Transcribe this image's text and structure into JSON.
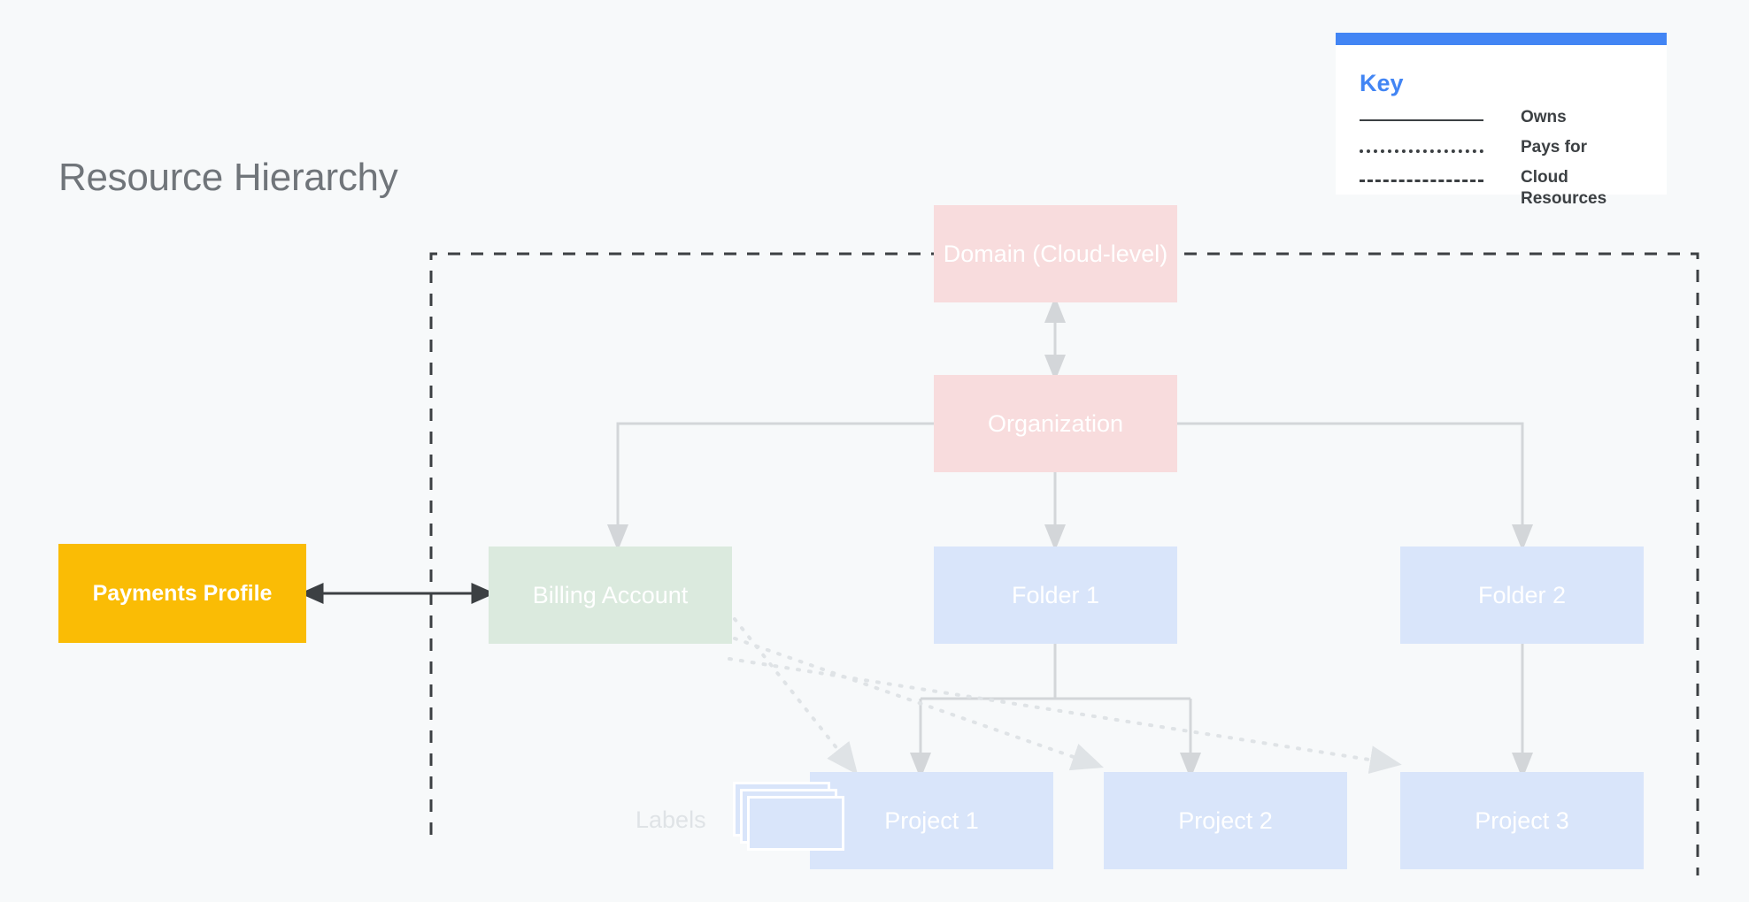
{
  "page": {
    "title": "Resource Hierarchy",
    "background_color": "#f7f9fa"
  },
  "colors": {
    "accent_blue": "#4285f4",
    "domain_pink": "#f8dcdd",
    "folder_blue": "#d9e5fa",
    "billing_green": "#dbeade",
    "payments_amber": "#fabc05",
    "title_gray": "#70757a",
    "connector_gray": "#d3d6d9",
    "boundary_dash": "#3c4043",
    "node_text": "#ffffff"
  },
  "key": {
    "title": "Key",
    "rows": [
      {
        "style": "solid",
        "label": "Owns"
      },
      {
        "style": "dotted",
        "label": "Pays for"
      },
      {
        "style": "dashed",
        "label": "Cloud Resources"
      }
    ]
  },
  "diagram": {
    "boundary_label": "Cloud Resources",
    "labels_caption": "Labels",
    "nodes": {
      "domain": "Domain (Cloud-level)",
      "organization": "Organization",
      "billing_account": "Billing Account",
      "folder1": "Folder 1",
      "folder2": "Folder 2",
      "project1": "Project 1",
      "project2": "Project 2",
      "project3": "Project 3",
      "payments_profile": "Payments Profile"
    }
  },
  "chart_data": {
    "type": "diagram",
    "title": "Resource Hierarchy",
    "nodes": [
      {
        "id": "domain",
        "label": "Domain (Cloud-level)",
        "color": "#f8dcdd",
        "level": 0
      },
      {
        "id": "organization",
        "label": "Organization",
        "color": "#f8dcdd",
        "level": 1
      },
      {
        "id": "billing_account",
        "label": "Billing Account",
        "color": "#dbeade",
        "level": 2
      },
      {
        "id": "folder1",
        "label": "Folder 1",
        "color": "#d9e5fa",
        "level": 2
      },
      {
        "id": "folder2",
        "label": "Folder 2",
        "color": "#d9e5fa",
        "level": 2
      },
      {
        "id": "project1",
        "label": "Project 1",
        "color": "#d9e5fa",
        "level": 3
      },
      {
        "id": "project2",
        "label": "Project 2",
        "color": "#d9e5fa",
        "level": 3
      },
      {
        "id": "project3",
        "label": "Project 3",
        "color": "#d9e5fa",
        "level": 3
      },
      {
        "id": "payments_profile",
        "label": "Payments Profile",
        "color": "#fabc05",
        "level": 2
      }
    ],
    "edges": [
      {
        "from": "domain",
        "to": "organization",
        "style": "solid",
        "relation": "Owns",
        "arrows": "both"
      },
      {
        "from": "organization",
        "to": "billing_account",
        "style": "solid",
        "relation": "Owns",
        "arrows": "to"
      },
      {
        "from": "organization",
        "to": "folder1",
        "style": "solid",
        "relation": "Owns",
        "arrows": "to"
      },
      {
        "from": "organization",
        "to": "folder2",
        "style": "solid",
        "relation": "Owns",
        "arrows": "to"
      },
      {
        "from": "folder1",
        "to": "project1",
        "style": "solid",
        "relation": "Owns",
        "arrows": "to"
      },
      {
        "from": "folder1",
        "to": "project2",
        "style": "solid",
        "relation": "Owns",
        "arrows": "to"
      },
      {
        "from": "folder2",
        "to": "project3",
        "style": "solid",
        "relation": "Owns",
        "arrows": "to"
      },
      {
        "from": "billing_account",
        "to": "project1",
        "style": "dotted",
        "relation": "Pays for",
        "arrows": "to"
      },
      {
        "from": "billing_account",
        "to": "project2",
        "style": "dotted",
        "relation": "Pays for",
        "arrows": "to"
      },
      {
        "from": "billing_account",
        "to": "project3",
        "style": "dotted",
        "relation": "Pays for",
        "arrows": "to"
      },
      {
        "from": "payments_profile",
        "to": "billing_account",
        "style": "solid",
        "relation": "linked",
        "arrows": "both"
      }
    ],
    "groups": [
      {
        "label": "Cloud Resources",
        "style": "dashed",
        "members": [
          "domain",
          "organization",
          "billing_account",
          "folder1",
          "folder2",
          "project1",
          "project2",
          "project3"
        ]
      }
    ]
  }
}
